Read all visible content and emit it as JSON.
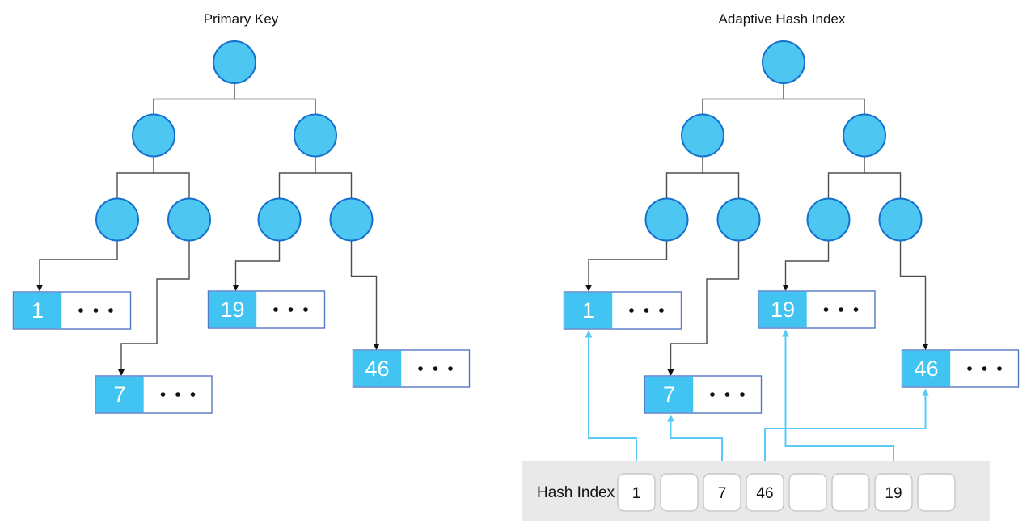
{
  "left_tree": {
    "title": "Primary Key",
    "leaves": [
      {
        "key": "1"
      },
      {
        "key": "19"
      },
      {
        "key": "7"
      },
      {
        "key": "46"
      }
    ]
  },
  "right_tree": {
    "title": "Adaptive Hash Index",
    "leaves": [
      {
        "key": "1"
      },
      {
        "key": "19"
      },
      {
        "key": "7"
      },
      {
        "key": "46"
      }
    ],
    "hash_index": {
      "label": "Hash Index",
      "cells": [
        "1",
        "",
        "7",
        "46",
        "",
        "",
        "19",
        ""
      ]
    }
  },
  "icons": {
    "ellipsis": "ellipsis-dots"
  },
  "colors": {
    "node_fill": "#4EC6F2",
    "node_stroke": "#1470CE",
    "leaf_key_fill": "#41C4F1",
    "leaf_border": "#5578C4",
    "connector_line": "#4d4d4d",
    "arrowhead_black": "#111111",
    "hash_arrow_blue": "#59CAF5",
    "hash_panel_bg": "#E9E9E9",
    "hash_cell_border": "#C8C8C8",
    "leaf_key_text": "#ffffff"
  }
}
